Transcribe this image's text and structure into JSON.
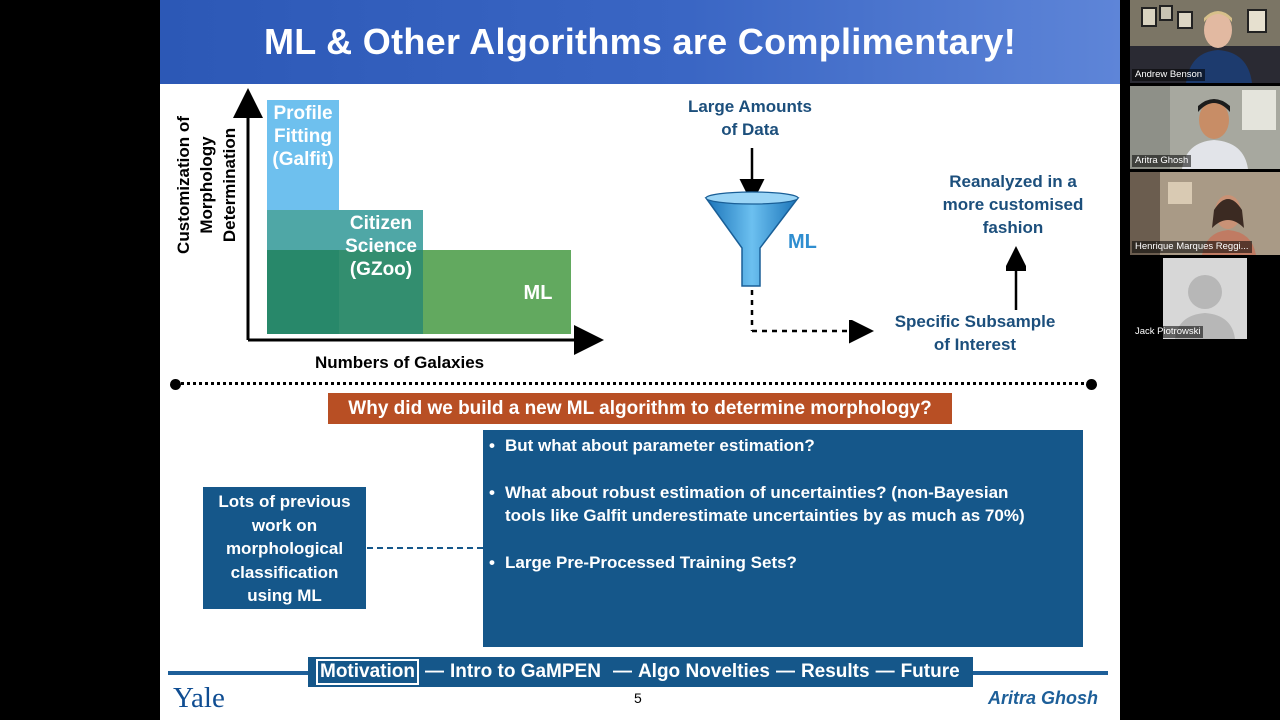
{
  "slide": {
    "title": "ML & Other Algorithms are Complimentary!",
    "chart": {
      "y_axis_label_lines": [
        "Customization of",
        "Morphology",
        "Determination"
      ],
      "x_axis_label": "Numbers of Galaxies",
      "bars": [
        {
          "label_lines": [
            "Profile",
            "Fitting",
            "(Galfit)"
          ],
          "color": "#6ec0ee"
        },
        {
          "label_lines": [
            "Citizen",
            "Science",
            "(GZoo)"
          ],
          "color": "#4fa7a6"
        },
        {
          "label_lines": [
            "ML"
          ],
          "color": "#62a95f"
        }
      ]
    },
    "flow": {
      "top_label_lines": [
        "Large Amounts",
        "of Data"
      ],
      "funnel_label": "ML",
      "subsample_lines": [
        "Specific Subsample",
        "of Interest"
      ],
      "reanalyzed_lines": [
        "Reanalyzed in a",
        "more customised",
        "fashion"
      ]
    },
    "question": "Why did we build a new ML algorithm to determine morphology?",
    "bullets": [
      {
        "lines": [
          "But what about parameter estimation?"
        ]
      },
      {
        "lines": [
          "What about robust estimation of uncertainties? (non-Bayesian",
          "tools like Galfit underestimate uncertainties by as much as 70%)"
        ]
      },
      {
        "lines": [
          "Large Pre-Processed Training Sets?"
        ]
      }
    ],
    "previous_work_lines": [
      "Lots of previous",
      "work on",
      "morphological",
      "classification",
      "using ML"
    ],
    "nav": {
      "items": [
        "Motivation",
        "Intro to GaMPEN",
        "Algo Novelties",
        "Results",
        "Future"
      ],
      "active": "Motivation",
      "separator": "—"
    },
    "logo_text": "Yale",
    "page_number": "5",
    "author": "Aritra Ghosh"
  },
  "participants": [
    {
      "name": "Andrew Benson"
    },
    {
      "name": "Aritra Ghosh"
    },
    {
      "name": "Henrique Marques Reggi..."
    },
    {
      "name": "Jack Piotrowski"
    }
  ],
  "colors": {
    "title_bar": "#2c58b6",
    "navy_text": "#1c4f7c",
    "box_fill": "#15578a",
    "question_banner": "#b84f24"
  }
}
